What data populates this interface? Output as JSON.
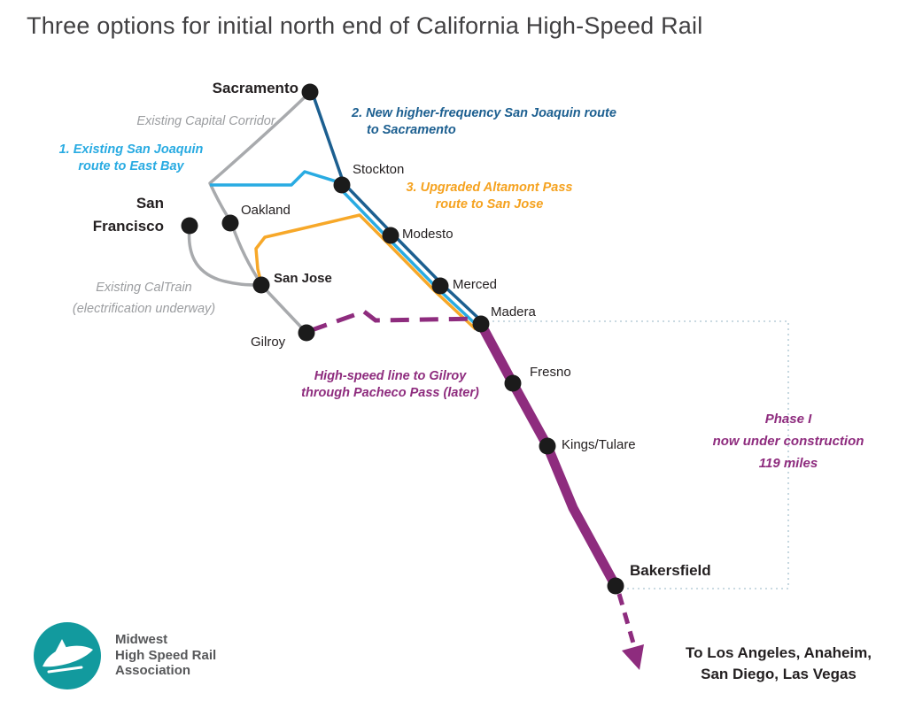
{
  "title": "Three options for initial north end of California High-Speed Rail",
  "stations": {
    "sacramento": "Sacramento",
    "san_francisco": "San Francisco",
    "oakland": "Oakland",
    "stockton": "Stockton",
    "modesto": "Modesto",
    "merced": "Merced",
    "madera": "Madera",
    "san_jose": "San Jose",
    "gilroy": "Gilroy",
    "fresno": "Fresno",
    "kings_tulare": "Kings/Tulare",
    "bakersfield": "Bakersfield"
  },
  "labels": {
    "capital_corridor": "Existing Capital Corridor",
    "option1_line1": "1. Existing San Joaquin",
    "option1_line2": "route to East Bay",
    "option2_line1": "2. New higher-frequency San Joaquin route",
    "option2_line2": "to Sacramento",
    "option3_line1": "3. Upgraded Altamont Pass",
    "option3_line2": "route to San Jose",
    "caltrain_line1": "Existing CalTrain",
    "caltrain_line2": "(electrification underway)",
    "pacheco_line1": "High-speed line to Gilroy",
    "pacheco_line2": "through Pacheco Pass (later)",
    "phase1_line1": "Phase I",
    "phase1_line2": "now under construction",
    "phase1_line3": "119 miles",
    "south_line1": "To Los Angeles, Anaheim,",
    "south_line2": "San Diego, Las Vegas"
  },
  "logo": {
    "line1": "Midwest",
    "line2": "High Speed Rail",
    "line3": "Association"
  },
  "colors": {
    "option1_cyan": "#29abe2",
    "option2_navy": "#1c5f90",
    "option3_orange": "#f7a829",
    "existing_gray": "#a8aaad",
    "hsr_purple": "#8e2c7e",
    "bracket_dotted": "#b9ced8",
    "station_dot": "#1b1b1b",
    "logo_teal": "#129a9e"
  }
}
